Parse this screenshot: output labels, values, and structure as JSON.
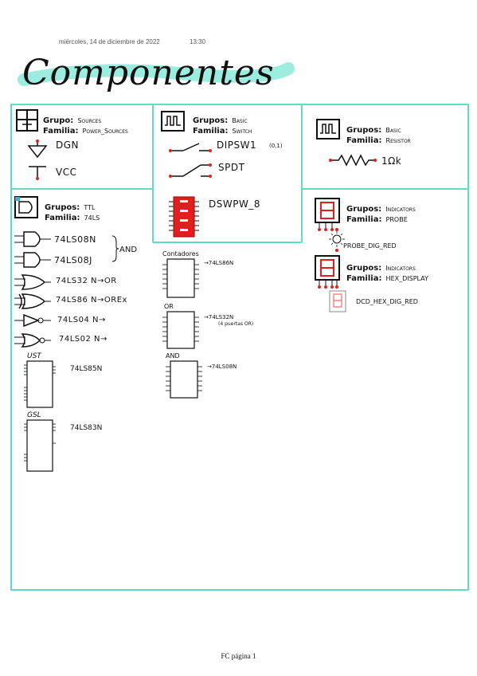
{
  "header": {
    "date": "miércoles, 14 de diciembre de 2022",
    "time": "13:30",
    "title": "Componentes"
  },
  "colors": {
    "border": "#5fdcc8",
    "accent_red": "#e02020",
    "ink": "#111111"
  },
  "sources": {
    "grupo_label": "Grupo:",
    "grupo_value": "Sources",
    "familia_label": "Familia:",
    "familia_value": "Power_Sources",
    "items": [
      "DGN",
      "VCC"
    ]
  },
  "switch": {
    "grupo_label": "Grupos:",
    "grupo_value": "Basic",
    "familia_label": "Familia:",
    "familia_value": "Switch",
    "items": [
      "DIPSW1",
      "(0,1)",
      "SPDT",
      "DSWPW_8"
    ]
  },
  "resistor": {
    "grupo_label": "Grupos:",
    "grupo_value": "Basic",
    "familia_label": "Familia:",
    "familia_value": "Resistor",
    "value": "1Ωk"
  },
  "ttl": {
    "grupo_label": "Grupos:",
    "grupo_value": "TTL",
    "familia_label": "Familia:",
    "familia_value": "74LS",
    "gates": [
      "74LS08N",
      "74LS08J",
      "74LS32 N→OR",
      "74LS86 N→OREx",
      "74LS04 N→",
      "74LS02 N→"
    ],
    "and_label": "AND",
    "ust_label": "UST",
    "ust_part": "74LS85N",
    "gsl_label": "GSL",
    "gsl_part": "74LS83N"
  },
  "contadores": {
    "title": "Contadores",
    "part": "→74LS86N",
    "or_title": "OR",
    "or_part": "→74LS32N",
    "or_note": "(4 puertas OR)",
    "and_title": "AND",
    "and_part": "→74LS08N"
  },
  "probe": {
    "grupo_label": "Grupos:",
    "grupo_value": "Indicators",
    "familia_label": "Familia:",
    "familia_value": "PROBE",
    "item": "PROBE_DIG_RED"
  },
  "hex": {
    "grupo_label": "Grupos:",
    "grupo_value": "Indicators",
    "familia_label": "Familia:",
    "familia_value": "HEX_DISPLAY",
    "item": "DCD_HEX_DIG_RED"
  },
  "footer": {
    "page": "FC página 1"
  }
}
